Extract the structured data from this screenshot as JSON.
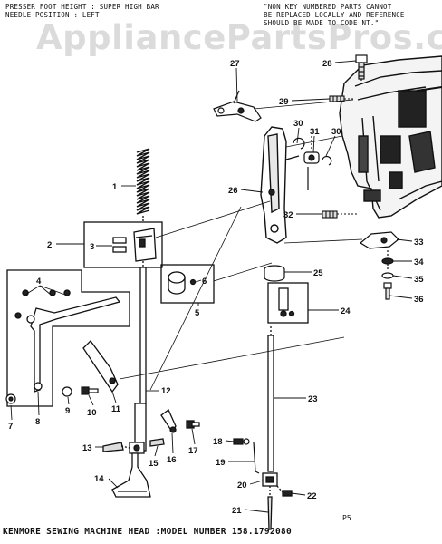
{
  "header": {
    "left_lines": [
      "PRESSER FOOT HEIGHT : SUPER HIGH BAR",
      "NEEDLE POSITION : LEFT"
    ],
    "right_lines": [
      "\"NON KEY NUMBERED PARTS CANNOT",
      "BE REPLACED LOCALLY AND REFERENCE",
      "SHOULD BE MADE TO CODE NT.\""
    ]
  },
  "watermark": "AppliancePartsPros.com",
  "footer": {
    "caption": "KENMORE SEWING MACHINE HEAD :MODEL NUMBER 158.1792080",
    "figure_code": "P5"
  },
  "callouts": [
    "1",
    "2",
    "3",
    "4",
    "5",
    "6",
    "7",
    "8",
    "9",
    "10",
    "11",
    "12",
    "13",
    "14",
    "15",
    "16",
    "17",
    "18",
    "19",
    "20",
    "21",
    "22",
    "23",
    "24",
    "25",
    "26",
    "27",
    "28",
    "29",
    "30",
    "31",
    "30",
    "32",
    "33",
    "34",
    "35",
    "36"
  ],
  "colors": {
    "ink": "#111111",
    "paper": "#ffffff",
    "watermark": "#b8b8b8"
  }
}
